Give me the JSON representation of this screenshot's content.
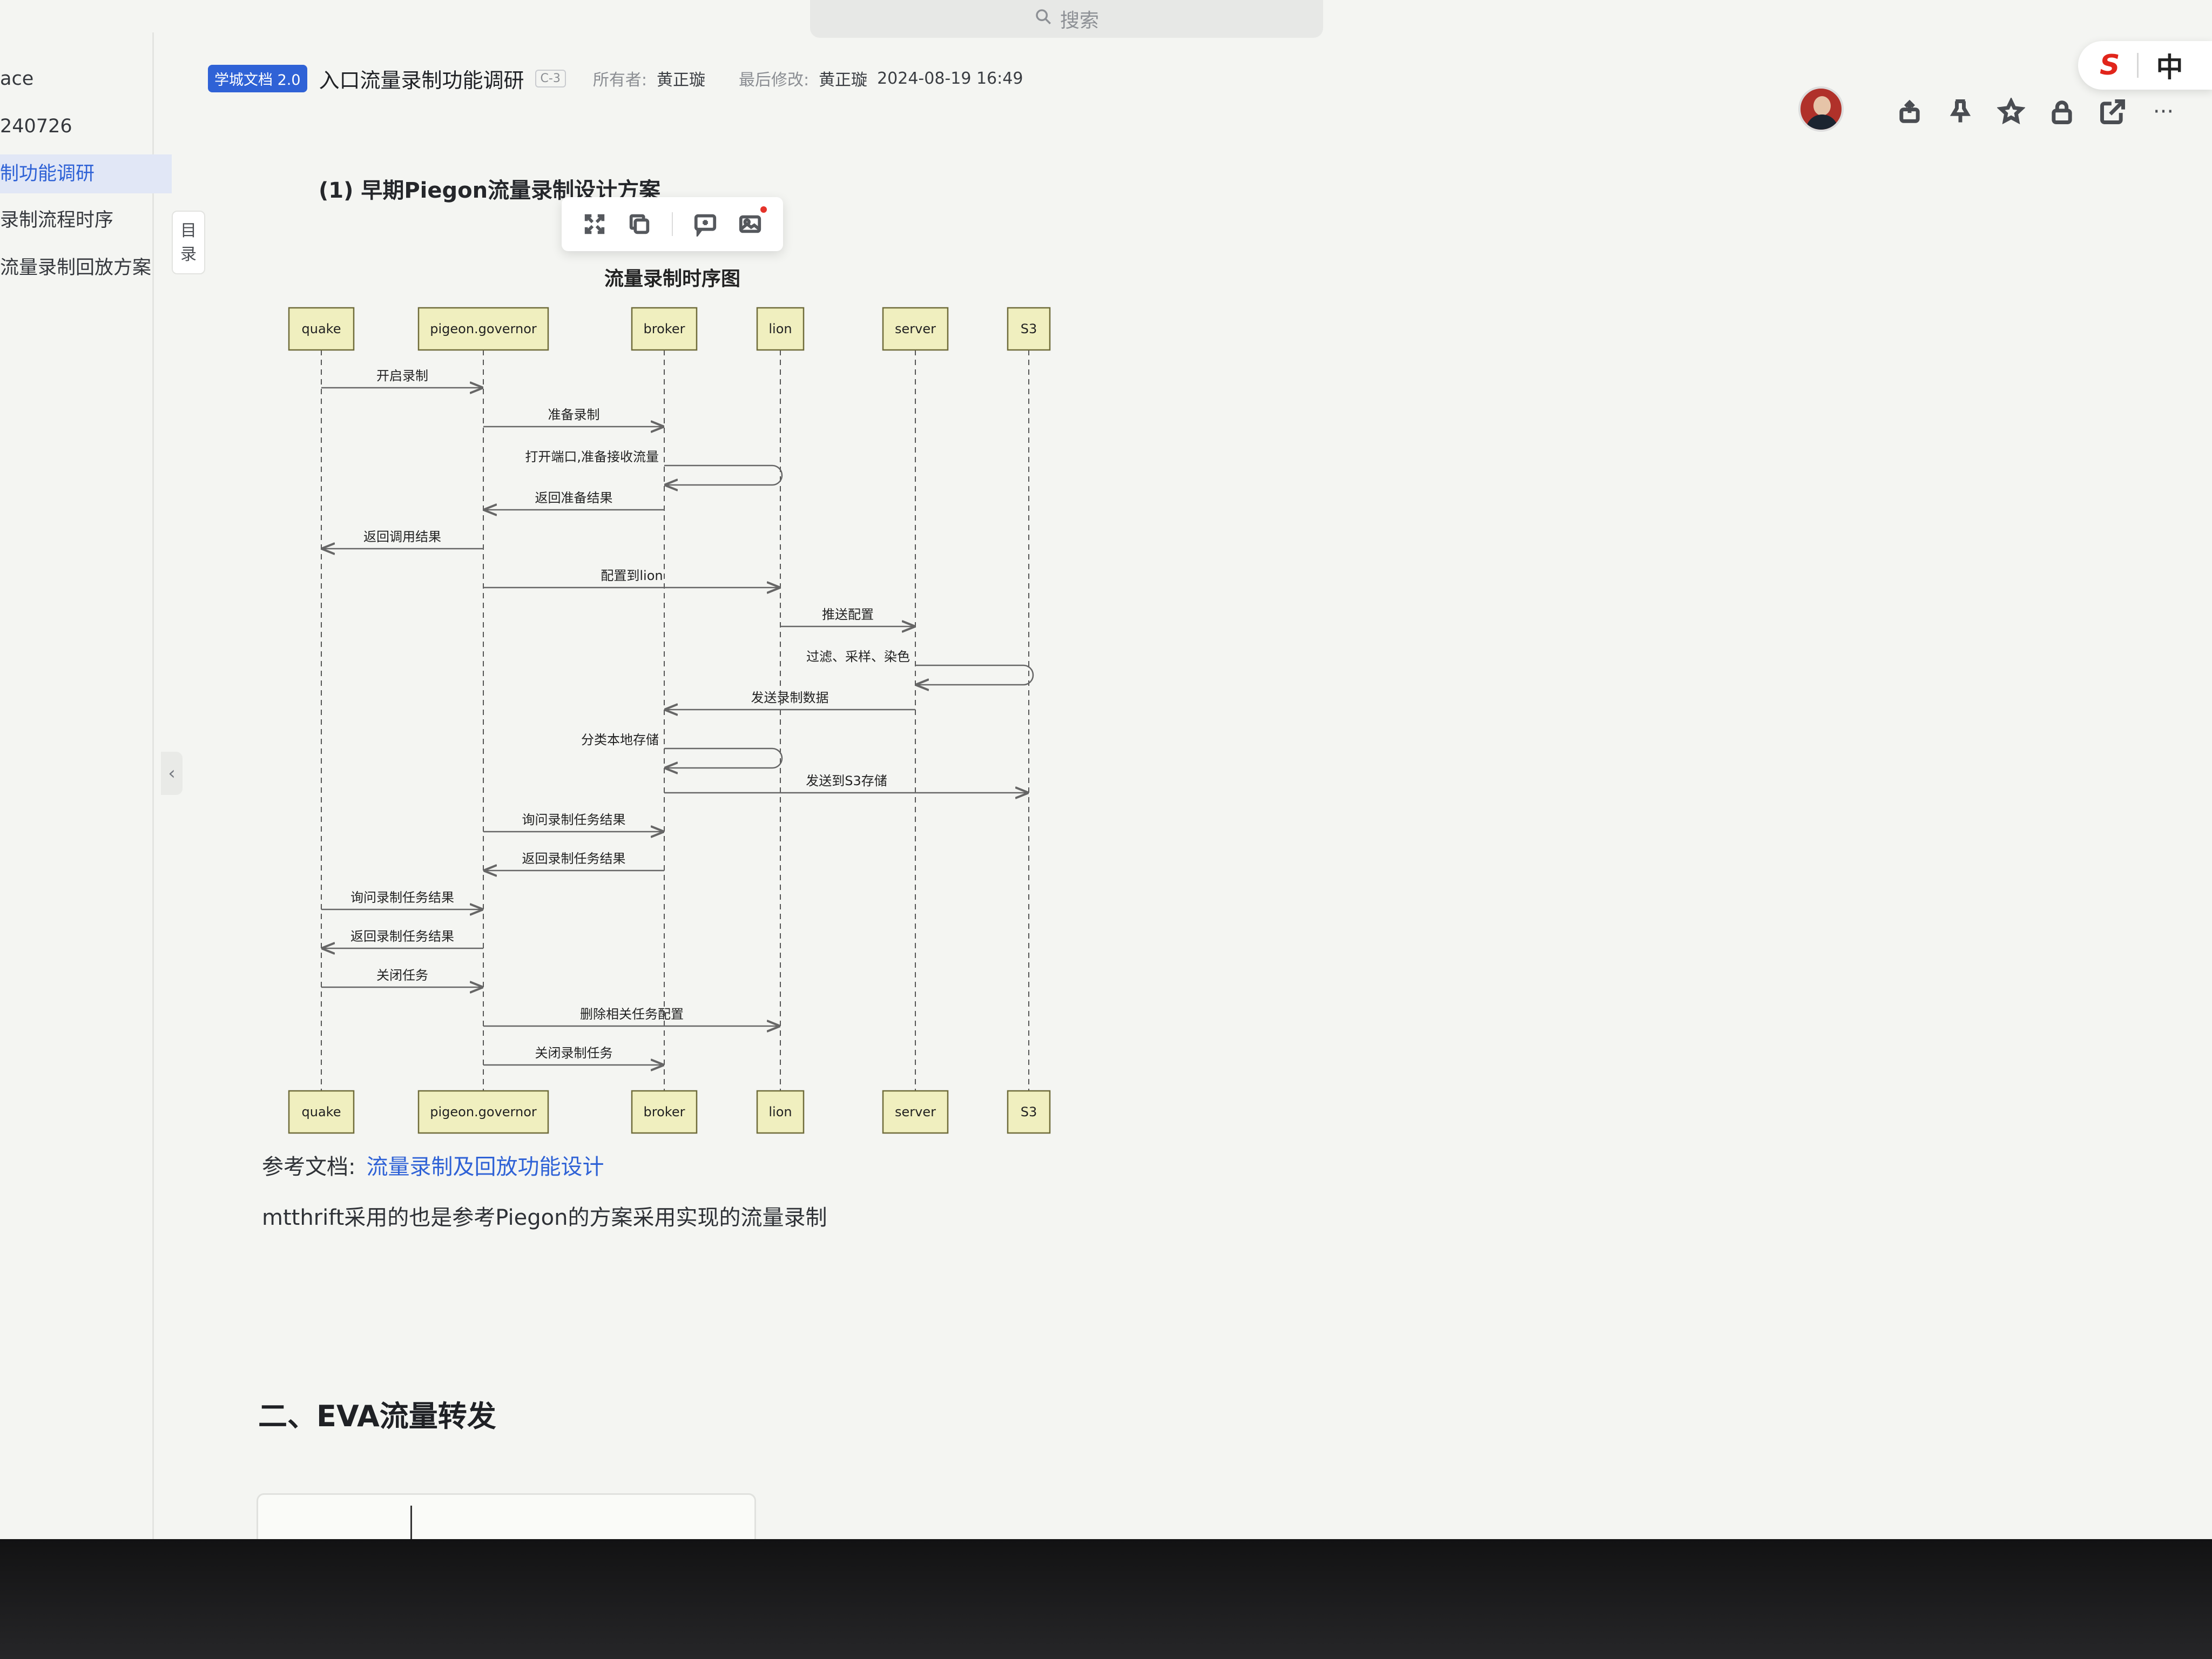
{
  "search": {
    "placeholder": "搜索"
  },
  "ime": {
    "logo": "S",
    "mode": "中"
  },
  "sidebar": {
    "items": [
      {
        "label": "ace"
      },
      {
        "label": "240726"
      },
      {
        "label": "制功能调研",
        "active": true
      },
      {
        "label": "录制流程时序"
      },
      {
        "label": "流量录制回放方案"
      }
    ],
    "toc_toggle_label": "目录",
    "collapse_glyph": "‹"
  },
  "header": {
    "space_badge": "学城文档 2.0",
    "title": "入口流量录制功能调研",
    "security_tag": "C-3",
    "owner_label": "所有者:",
    "owner": "黄正璇",
    "modified_label": "最后修改:",
    "modified_by": "黄正璇",
    "modified_time": "2024-08-19 16:49"
  },
  "toolbar_icons": [
    "share-icon",
    "pin-icon",
    "star-icon",
    "lock-icon",
    "open-external-icon",
    "more-icon"
  ],
  "more_glyph": "···",
  "content": {
    "sub_heading": "(1) 早期Piegon流量录制设计方案",
    "reference_label": "参考文档:",
    "reference_link": "流量录制及回放功能设计",
    "note": "mtthrift采用的也是参考Piegon的方案采用实现的流量录制",
    "section_heading": "二、EVA流量转发"
  },
  "image_toolbar": [
    "fullscreen-icon",
    "copy-icon",
    "comment-icon",
    "image-edit-icon"
  ],
  "diagram": {
    "title": "流量录制时序图",
    "participants": [
      "quake",
      "pigeon.governor",
      "broker",
      "lion",
      "server",
      "S3"
    ],
    "messages": [
      {
        "from": 0,
        "to": 1,
        "label": "开启录制"
      },
      {
        "from": 1,
        "to": 2,
        "label": "准备录制"
      },
      {
        "from": 2,
        "to": 2,
        "label": "打开端口,准备接收流量"
      },
      {
        "from": 2,
        "to": 1,
        "label": "返回准备结果"
      },
      {
        "from": 1,
        "to": 0,
        "label": "返回调用结果"
      },
      {
        "from": 1,
        "to": 3,
        "label": "配置到lion"
      },
      {
        "from": 3,
        "to": 4,
        "label": "推送配置"
      },
      {
        "from": 4,
        "to": 4,
        "label": "过滤、采样、染色"
      },
      {
        "from": 4,
        "to": 2,
        "label": "发送录制数据"
      },
      {
        "from": 2,
        "to": 2,
        "label": "分类本地存储"
      },
      {
        "from": 2,
        "to": 5,
        "label": "发送到S3存储"
      },
      {
        "from": 1,
        "to": 2,
        "label": "询问录制任务结果"
      },
      {
        "from": 2,
        "to": 1,
        "label": "返回录制任务结果"
      },
      {
        "from": 0,
        "to": 1,
        "label": "询问录制任务结果"
      },
      {
        "from": 1,
        "to": 0,
        "label": "返回录制任务结果"
      },
      {
        "from": 0,
        "to": 1,
        "label": "关闭任务"
      },
      {
        "from": 1,
        "to": 3,
        "label": "删除相关任务配置"
      },
      {
        "from": 1,
        "to": 2,
        "label": "关闭录制任务"
      }
    ]
  },
  "colors": {
    "accent": "#2f62d6",
    "box_fill": "#f0efbf",
    "box_stroke": "#6f6c3a"
  }
}
